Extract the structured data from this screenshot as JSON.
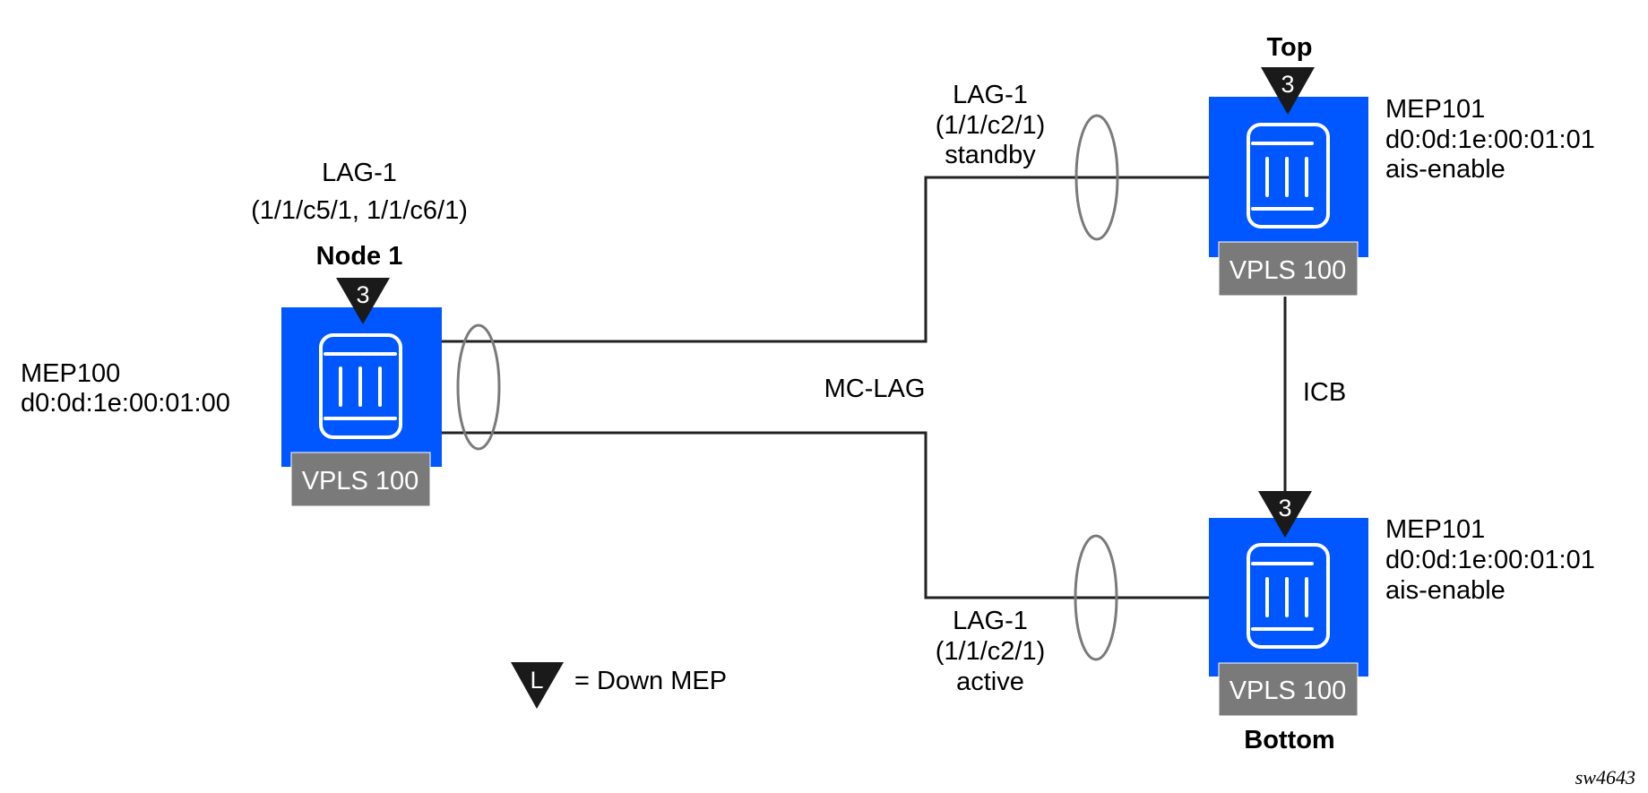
{
  "colors": {
    "node_fill": "#0057ff",
    "vpls_fill": "#7a7a7a",
    "line": "#222222",
    "lag_ellipse": "#7a7a7a",
    "mep_triangle": "#1a1a1a"
  },
  "nodes": {
    "node1": {
      "title": "Node 1",
      "vpls": "VPLS 100",
      "mep_level": "3",
      "mep_lines": [
        "MEP100",
        "d0:0d:1e:00:01:00"
      ],
      "lag_lines": [
        "LAG-1",
        "(1/1/c5/1, 1/1/c6/1)"
      ]
    },
    "top": {
      "title": "Top",
      "vpls": "VPLS 100",
      "mep_level": "3",
      "mep_lines": [
        "MEP101",
        "d0:0d:1e:00:01:01",
        "ais-enable"
      ],
      "lag_lines": [
        "LAG-1",
        "(1/1/c2/1)",
        "standby"
      ]
    },
    "bottom": {
      "title": "Bottom",
      "vpls": "VPLS 100",
      "mep_level": "3",
      "mep_lines": [
        "MEP101",
        "d0:0d:1e:00:01:01",
        "ais-enable"
      ],
      "lag_lines": [
        "LAG-1",
        "(1/1/c2/1)",
        "active"
      ]
    }
  },
  "links": {
    "mc_lag": "MC-LAG",
    "icb": "ICB"
  },
  "legend": {
    "symbol_letter": "L",
    "text": "= Down MEP"
  },
  "figure_tag": "sw4643"
}
